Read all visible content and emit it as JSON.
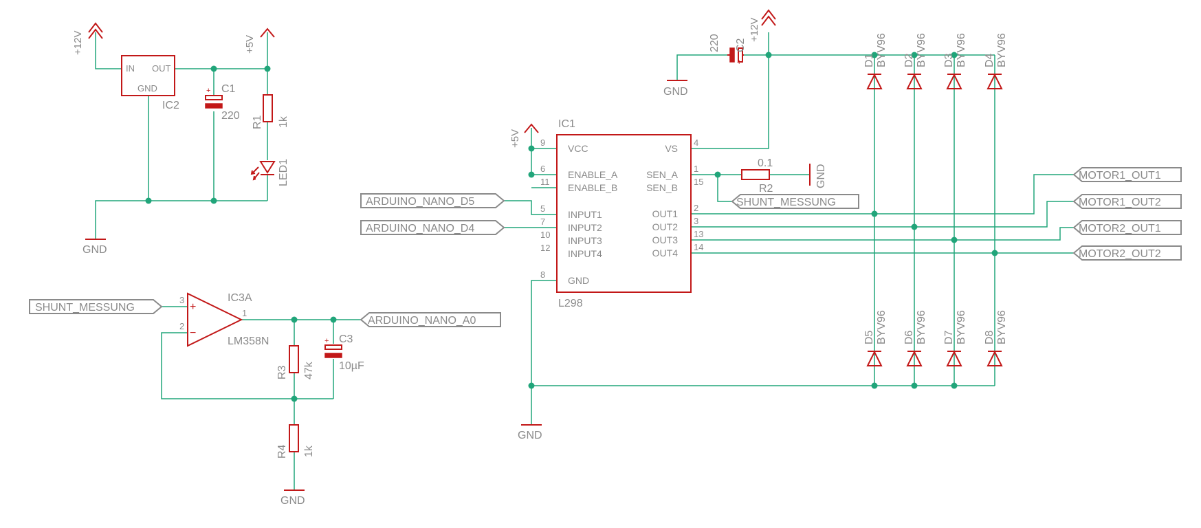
{
  "supply": {
    "v12": "+12V",
    "v5": "+5V",
    "gnd": "GND"
  },
  "regulator": {
    "name": "IC2",
    "pin_in": "IN",
    "pin_out": "OUT",
    "pin_gnd": "GND"
  },
  "c1": {
    "name": "C1",
    "value": "220"
  },
  "r1": {
    "name": "R1",
    "value": "1k"
  },
  "led1": {
    "name": "LED1"
  },
  "driver": {
    "name": "IC1",
    "part": "L298",
    "pins_left": [
      {
        "num": "9",
        "label": "VCC"
      },
      {
        "num": "6",
        "label": "ENABLE_A"
      },
      {
        "num": "11",
        "label": "ENABLE_B"
      },
      {
        "num": "5",
        "label": "INPUT1"
      },
      {
        "num": "7",
        "label": "INPUT2"
      },
      {
        "num": "10",
        "label": "INPUT3"
      },
      {
        "num": "12",
        "label": "INPUT4"
      },
      {
        "num": "8",
        "label": "GND"
      }
    ],
    "pins_right": [
      {
        "num": "4",
        "label": "VS"
      },
      {
        "num": "1",
        "label": "SEN_A"
      },
      {
        "num": "15",
        "label": "SEN_B"
      },
      {
        "num": "2",
        "label": "OUT1"
      },
      {
        "num": "3",
        "label": "OUT2"
      },
      {
        "num": "13",
        "label": "OUT3"
      },
      {
        "num": "14",
        "label": "OUT4"
      }
    ]
  },
  "c2": {
    "name": "C2",
    "value": "220"
  },
  "r2": {
    "name": "R2",
    "value": "0.1"
  },
  "diodes": {
    "part": "BYV96",
    "top": [
      "D1",
      "D2",
      "D3",
      "D4"
    ],
    "bottom": [
      "D5",
      "D6",
      "D7",
      "D8"
    ]
  },
  "net_labels": {
    "nano_d5": "ARDUINO_NANO_D5",
    "nano_d4": "ARDUINO_NANO_D4",
    "nano_a0": "ARDUINO_NANO_A0",
    "shunt_in": "SHUNT_MESSUNG",
    "shunt_out": "SHUNT_MESSUNG",
    "motor1_out1": "MOTOR1_OUT1",
    "motor1_out2": "MOTOR1_OUT2",
    "motor2_out1": "MOTOR2_OUT1",
    "motor2_out2": "MOTOR2_OUT2"
  },
  "opamp": {
    "name": "IC3A",
    "part": "LM358N",
    "pin_plus": "3",
    "pin_minus": "2",
    "pin_out": "1",
    "sign_plus": "+",
    "sign_minus": "−"
  },
  "r3": {
    "name": "R3",
    "value": "47k"
  },
  "c3": {
    "name": "C3",
    "value": "10µF"
  },
  "r4": {
    "name": "R4",
    "value": "1k"
  },
  "polarity_mark": "+"
}
